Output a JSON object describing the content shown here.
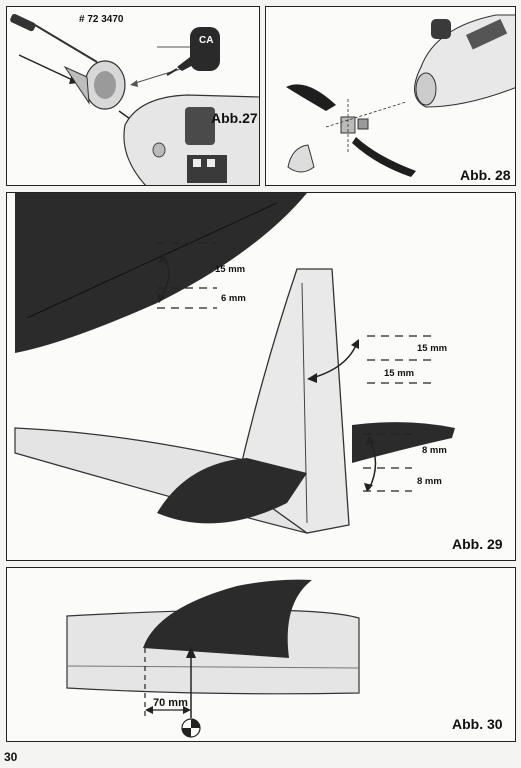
{
  "figures": {
    "abb27": {
      "label": "Abb.27",
      "part_number": "# 72 3470",
      "glue_label": "CA"
    },
    "abb28": {
      "label": "Abb. 28"
    },
    "abb29": {
      "label": "Abb. 29",
      "wing_up": "15 mm",
      "wing_down": "6 mm",
      "rudder_left": "15 mm",
      "rudder_right": "15 mm",
      "elevator_up": "8 mm",
      "elevator_down": "8 mm"
    },
    "abb30": {
      "label": "Abb. 30",
      "cg_distance": "70 mm"
    }
  },
  "page_number": "30"
}
